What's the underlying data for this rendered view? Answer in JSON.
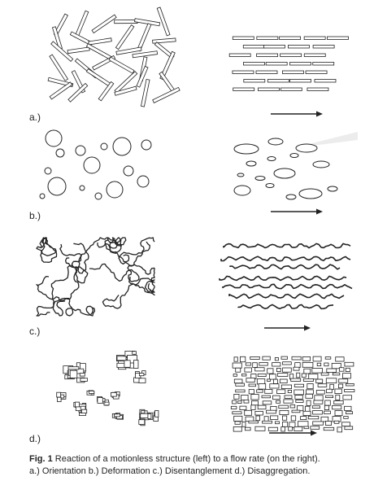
{
  "panels": [
    {
      "key": "a",
      "label": "a.)"
    },
    {
      "key": "b",
      "label": "b.)"
    },
    {
      "key": "c",
      "label": "c.)"
    },
    {
      "key": "d",
      "label": "d.)"
    }
  ],
  "caption": {
    "fig_label": "Fig. 1",
    "line1": "Reaction of a motionless structure (left) to a flow rate (on the right).",
    "line2": "a.) Orientation b.) Deformation c.) Disentanglement d.) Disaggregation."
  },
  "colors": {
    "stroke": "#222222",
    "bar_fill": "#ffffff",
    "shade": "#d9d9d9"
  }
}
